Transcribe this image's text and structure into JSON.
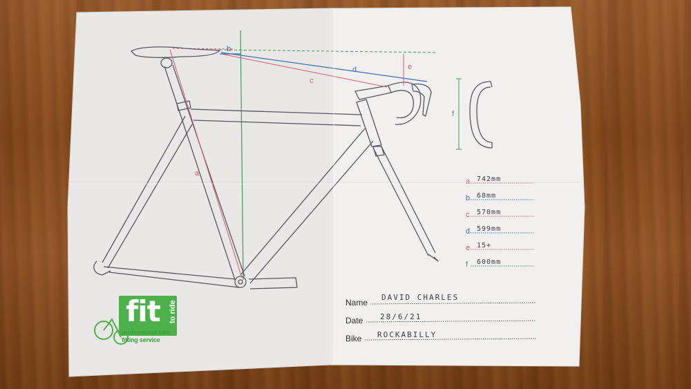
{
  "logo": {
    "brand": "fit",
    "sub": "to ride",
    "tagline_1": "professional bike",
    "tagline_2": "fitting service"
  },
  "diagram_labels": {
    "a": "a",
    "b": "b",
    "c": "c",
    "d": "d",
    "e": "e",
    "f": "f"
  },
  "measurements": [
    {
      "letter": "a",
      "value": "742mm",
      "color": "#d9596a"
    },
    {
      "letter": "b",
      "value": "68mm",
      "color": "#3b6fb6"
    },
    {
      "letter": "c",
      "value": "570mm",
      "color": "#d9596a"
    },
    {
      "letter": "d",
      "value": "599mm",
      "color": "#3b6fb6"
    },
    {
      "letter": "e",
      "value": "15+",
      "color": "#d9596a"
    },
    {
      "letter": "f",
      "value": "600mm",
      "color": "#3f9a57"
    }
  ],
  "form": {
    "name_label": "Name",
    "name_value": "DAVID  CHARLES",
    "date_label": "Date",
    "date_value": "28/6/21",
    "bike_label": "Bike",
    "bike_value": "ROCKABILLY"
  },
  "colors": {
    "red_line": "#d9596a",
    "blue_line": "#3b6fb6",
    "green_line": "#3f9a57",
    "frame_line": "#555560",
    "logo_green": "#4db04a"
  }
}
